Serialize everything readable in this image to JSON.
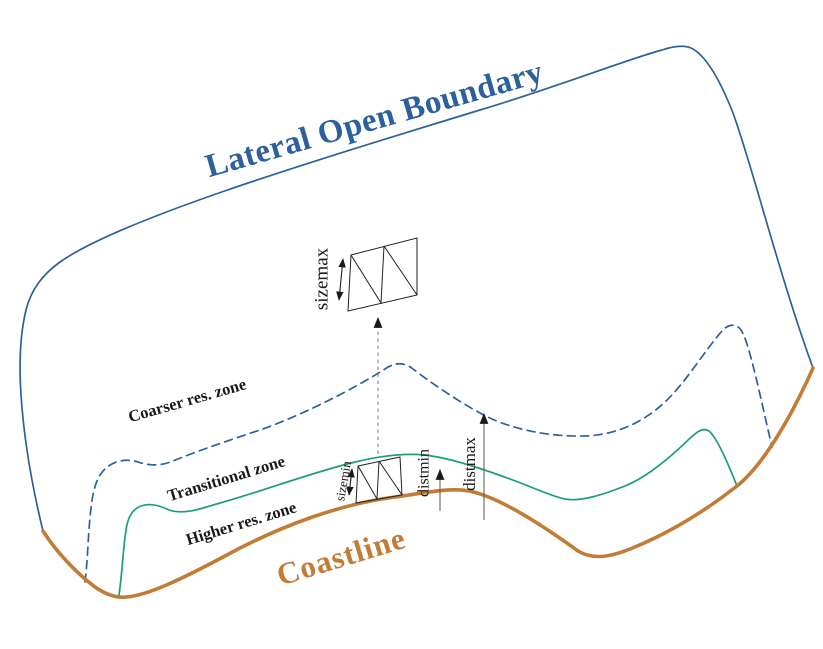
{
  "diagram": {
    "background": "#ffffff",
    "labels": {
      "boundary": "Lateral Open Boundary",
      "coastline": "Coastline",
      "coarser_zone": "Coarser res. zone",
      "transitional_zone": "Transitional zone",
      "higher_zone": "Higher res. zone",
      "sizemax": "sizemax",
      "sizemin": "sizemin",
      "distmin": "distmin",
      "distmax": "distmax"
    },
    "colors": {
      "boundary_blue": "#2d619c",
      "zone_green": "#1b9e77",
      "coastline_orange": "#c17c36",
      "annotation_black": "#1a1a1a",
      "dashed_arrow_gray": "#7a7a7a",
      "mesh_stroke": "#222222"
    }
  }
}
